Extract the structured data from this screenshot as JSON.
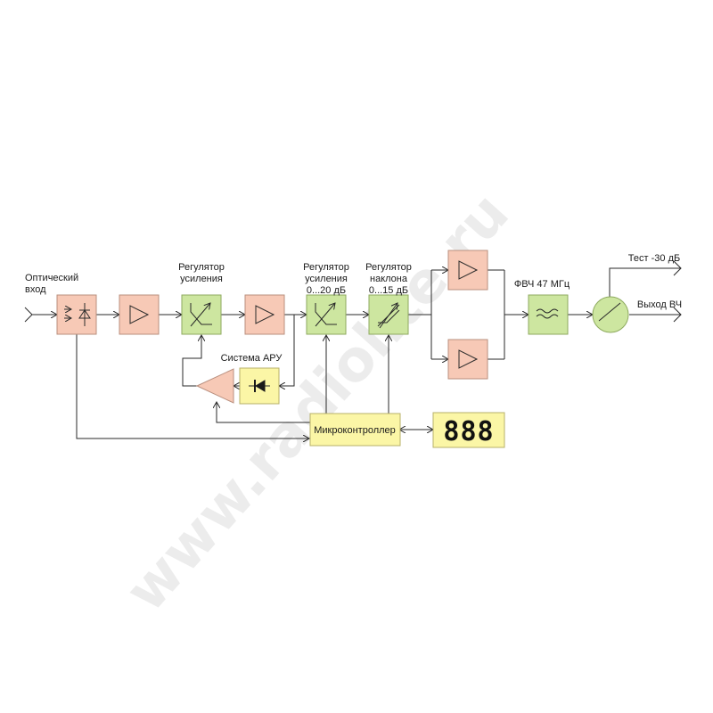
{
  "watermark": "www.radiolite.ru",
  "labels": {
    "optical_input_1": "Оптический",
    "optical_input_2": "вход",
    "gain_reg1_1": "Регулятор",
    "gain_reg1_2": "усиления",
    "gain_reg2_1": "Регулятор",
    "gain_reg2_2": "усиления",
    "gain_reg2_3": "0...20 дБ",
    "tilt_reg_1": "Регулятор",
    "tilt_reg_2": "наклона",
    "tilt_reg_3": "0...15 дБ",
    "hpf": "ФВЧ 47 МГц",
    "agc": "Система АРУ",
    "mcu": "Микроконтроллер",
    "display": "888",
    "test": "Тест -30 дБ",
    "output": "Выход ВЧ"
  },
  "colors": {
    "amplifier": "#f7c9b6",
    "regulator": "#cde6a0",
    "control": "#fbf6a6"
  }
}
